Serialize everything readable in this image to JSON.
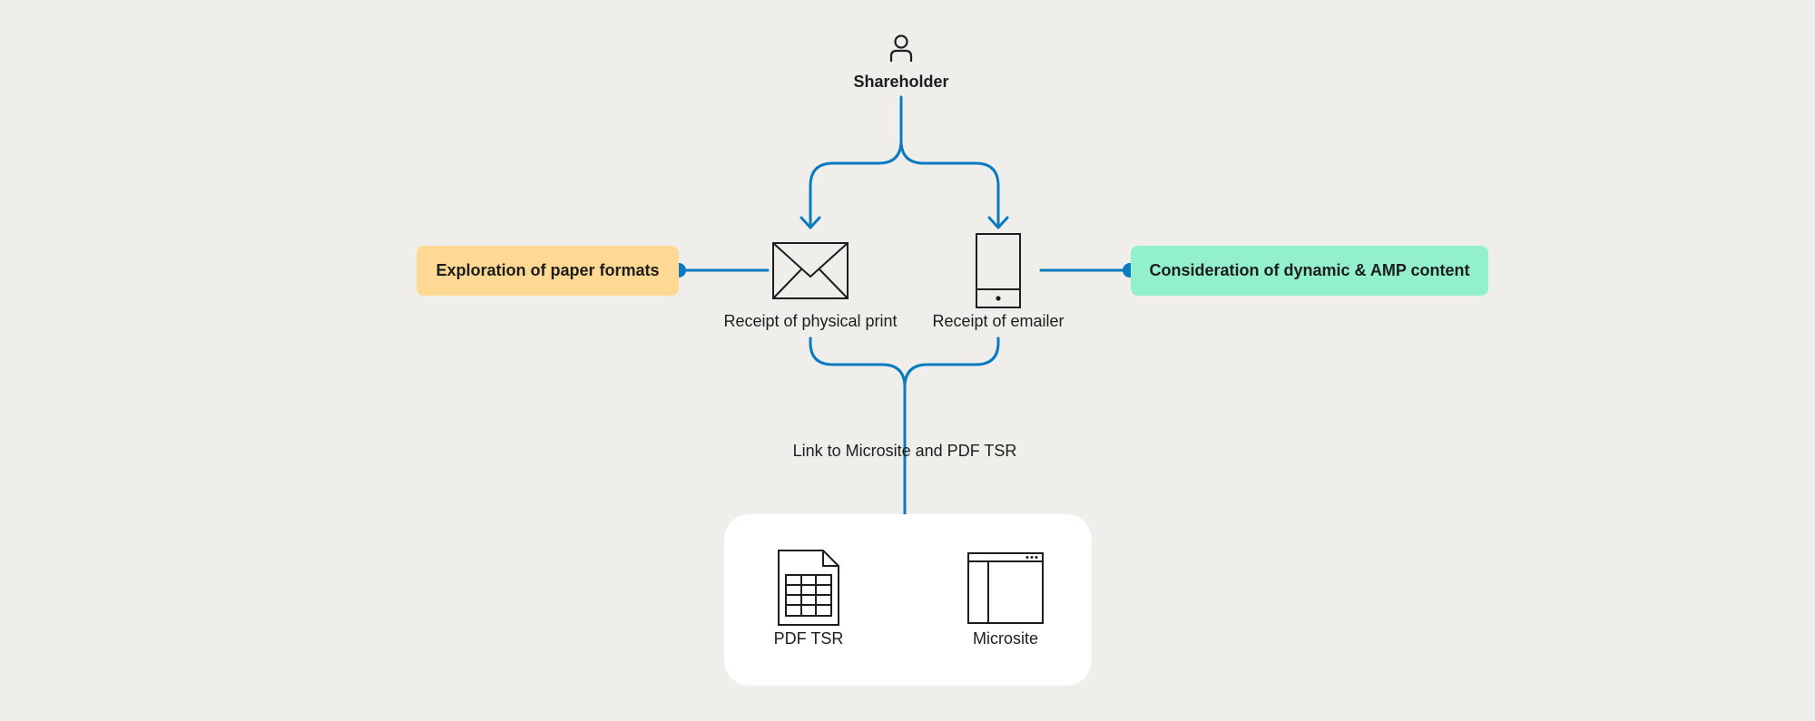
{
  "colors": {
    "background": "#efeeeb",
    "connector": "#0a7ac1",
    "paper_pill": "#ffd993",
    "digital_pill": "#92f0cd",
    "panel": "#ffffff",
    "ink": "#1d1d1b"
  },
  "nodes": {
    "shareholder": {
      "label": "Shareholder",
      "icon": "person-icon"
    },
    "physical_print": {
      "label": "Receipt of physical print",
      "icon": "envelope-icon"
    },
    "emailer": {
      "label": "Receipt of emailer",
      "icon": "mobile-phone-icon"
    },
    "pdf_tsr": {
      "label": "PDF TSR",
      "icon": "spreadsheet-document-icon"
    },
    "microsite": {
      "label": "Microsite",
      "icon": "browser-window-icon"
    }
  },
  "annotations": {
    "paper": "Exploration of paper formats",
    "digital": "Consideration of dynamic & AMP content"
  },
  "edge_labels": {
    "link": "Link to Microsite and PDF TSR"
  }
}
